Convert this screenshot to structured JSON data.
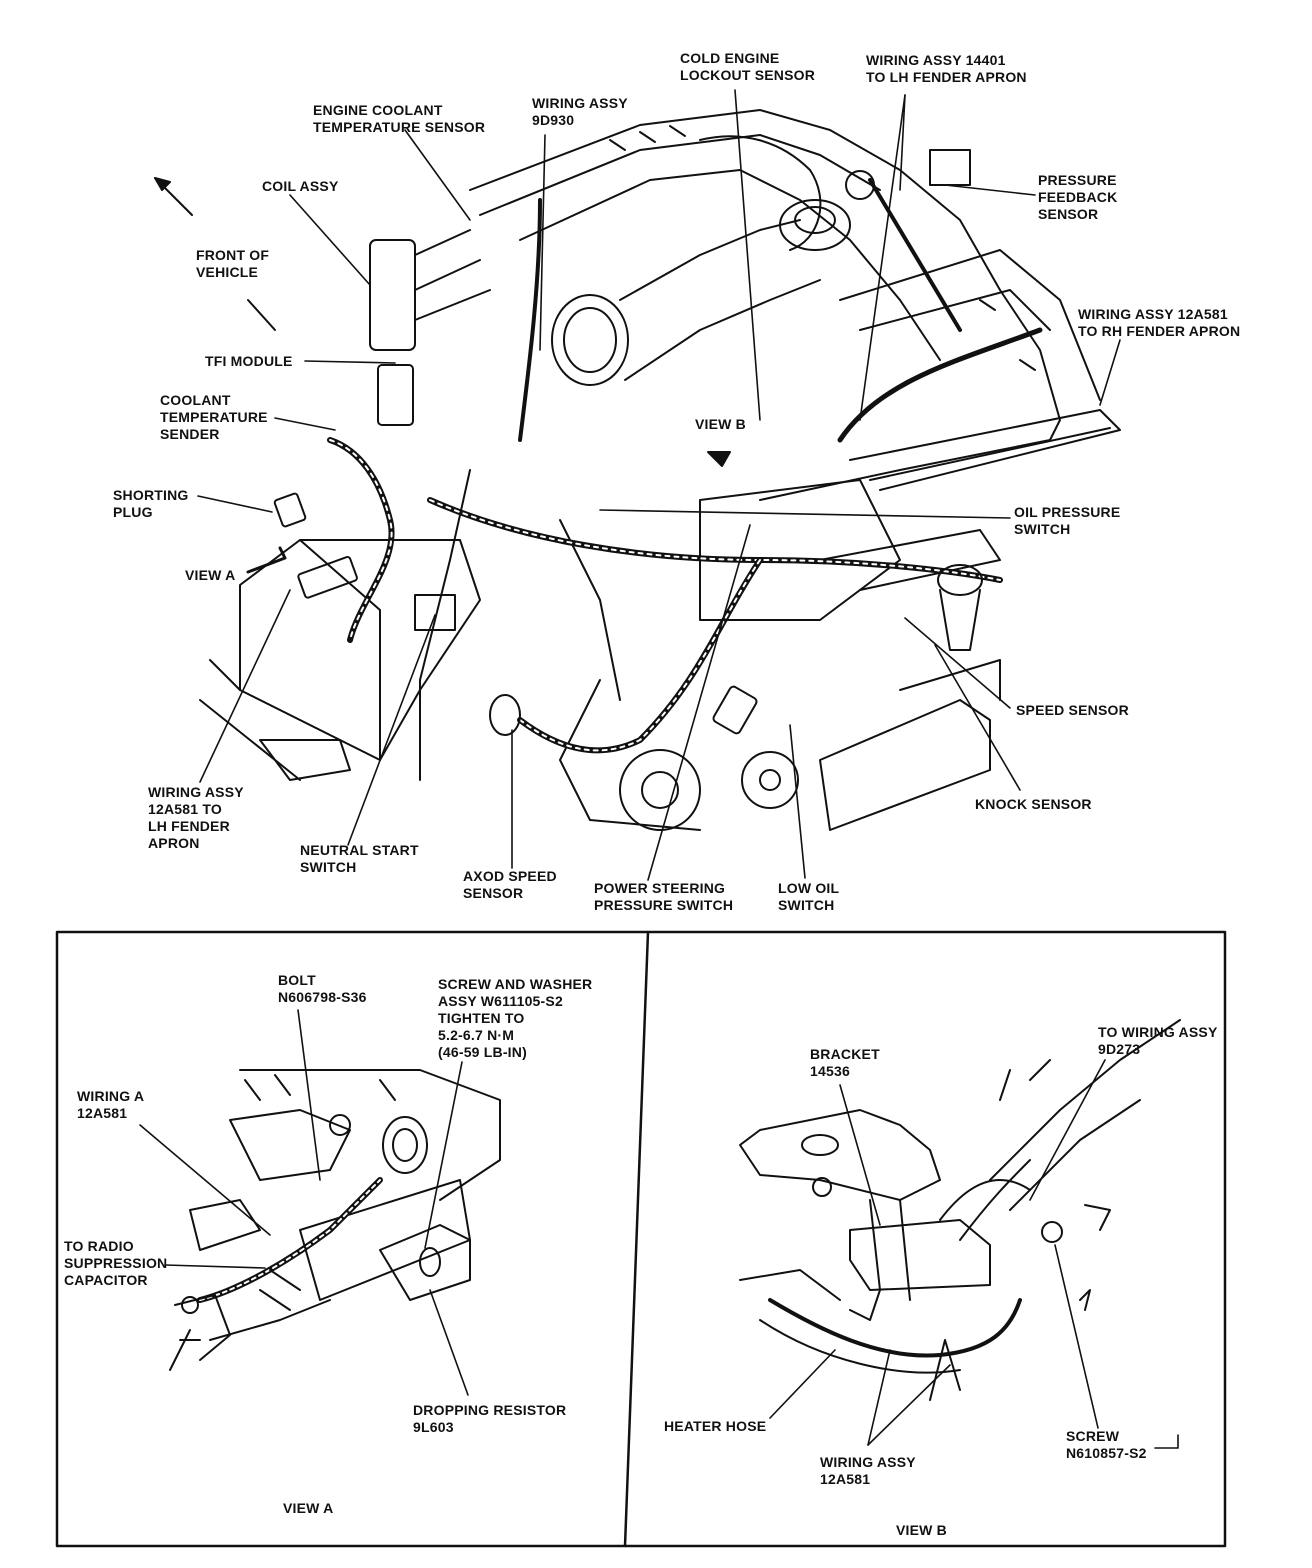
{
  "main_view": {
    "labels": {
      "cold_engine": [
        "COLD ENGINE",
        "LOCKOUT SENSOR"
      ],
      "wiring_14401": [
        "WIRING ASSY 14401",
        "TO LH FENDER APRON"
      ],
      "engine_coolant": [
        "ENGINE COOLANT",
        "TEMPERATURE SENSOR"
      ],
      "wiring_9d930": [
        "WIRING ASSY",
        "9D930"
      ],
      "coil_assy": [
        "COIL ASSY"
      ],
      "front_of_vehicle": [
        "FRONT OF",
        "VEHICLE"
      ],
      "pressure_feedback": [
        "PRESSURE",
        "FEEDBACK",
        "SENSOR"
      ],
      "wiring_12a581_rh": [
        "WIRING ASSY 12A581",
        "TO RH FENDER APRON"
      ],
      "tfi_module": [
        "TFI MODULE"
      ],
      "coolant_temp_sender": [
        "COOLANT",
        "TEMPERATURE",
        "SENDER"
      ],
      "view_b_marker": [
        "VIEW B"
      ],
      "shorting_plug": [
        "SHORTING",
        "PLUG"
      ],
      "oil_pressure_switch": [
        "OIL PRESSURE",
        "SWITCH"
      ],
      "view_a_marker": [
        "VIEW A"
      ],
      "speed_sensor": [
        "SPEED SENSOR"
      ],
      "knock_sensor": [
        "KNOCK SENSOR"
      ],
      "wiring_12a581_lh": [
        "WIRING ASSY",
        "12A581 TO",
        "LH FENDER",
        "APRON"
      ],
      "neutral_start": [
        "NEUTRAL START",
        "SWITCH"
      ],
      "axod_speed": [
        "AXOD SPEED",
        "SENSOR"
      ],
      "power_steering": [
        "POWER STEERING",
        "PRESSURE SWITCH"
      ],
      "low_oil": [
        "LOW OIL",
        "SWITCH"
      ]
    }
  },
  "view_a": {
    "caption": "VIEW A",
    "labels": {
      "bolt": [
        "BOLT",
        "N606798-S36"
      ],
      "screw_washer": [
        "SCREW AND WASHER",
        "ASSY W611105-S2",
        "TIGHTEN TO",
        "5.2-6.7 N·m",
        "(46-59 LB-IN)"
      ],
      "wiring_a": [
        "WIRING A",
        "12A581"
      ],
      "radio_capacitor": [
        "TO RADIO",
        "SUPPRESSION",
        "CAPACITOR"
      ],
      "dropping_resistor": [
        "DROPPING RESISTOR",
        "9L603"
      ]
    }
  },
  "view_b": {
    "caption": "VIEW B",
    "labels": {
      "bracket": [
        "BRACKET",
        "14536"
      ],
      "to_wiring": [
        "TO WIRING ASSY",
        "9D273"
      ],
      "heater_hose": [
        "HEATER HOSE"
      ],
      "wiring_12a581": [
        "WIRING ASSY",
        "12A581"
      ],
      "screw": [
        "SCREW",
        "N610857-S2"
      ]
    }
  }
}
